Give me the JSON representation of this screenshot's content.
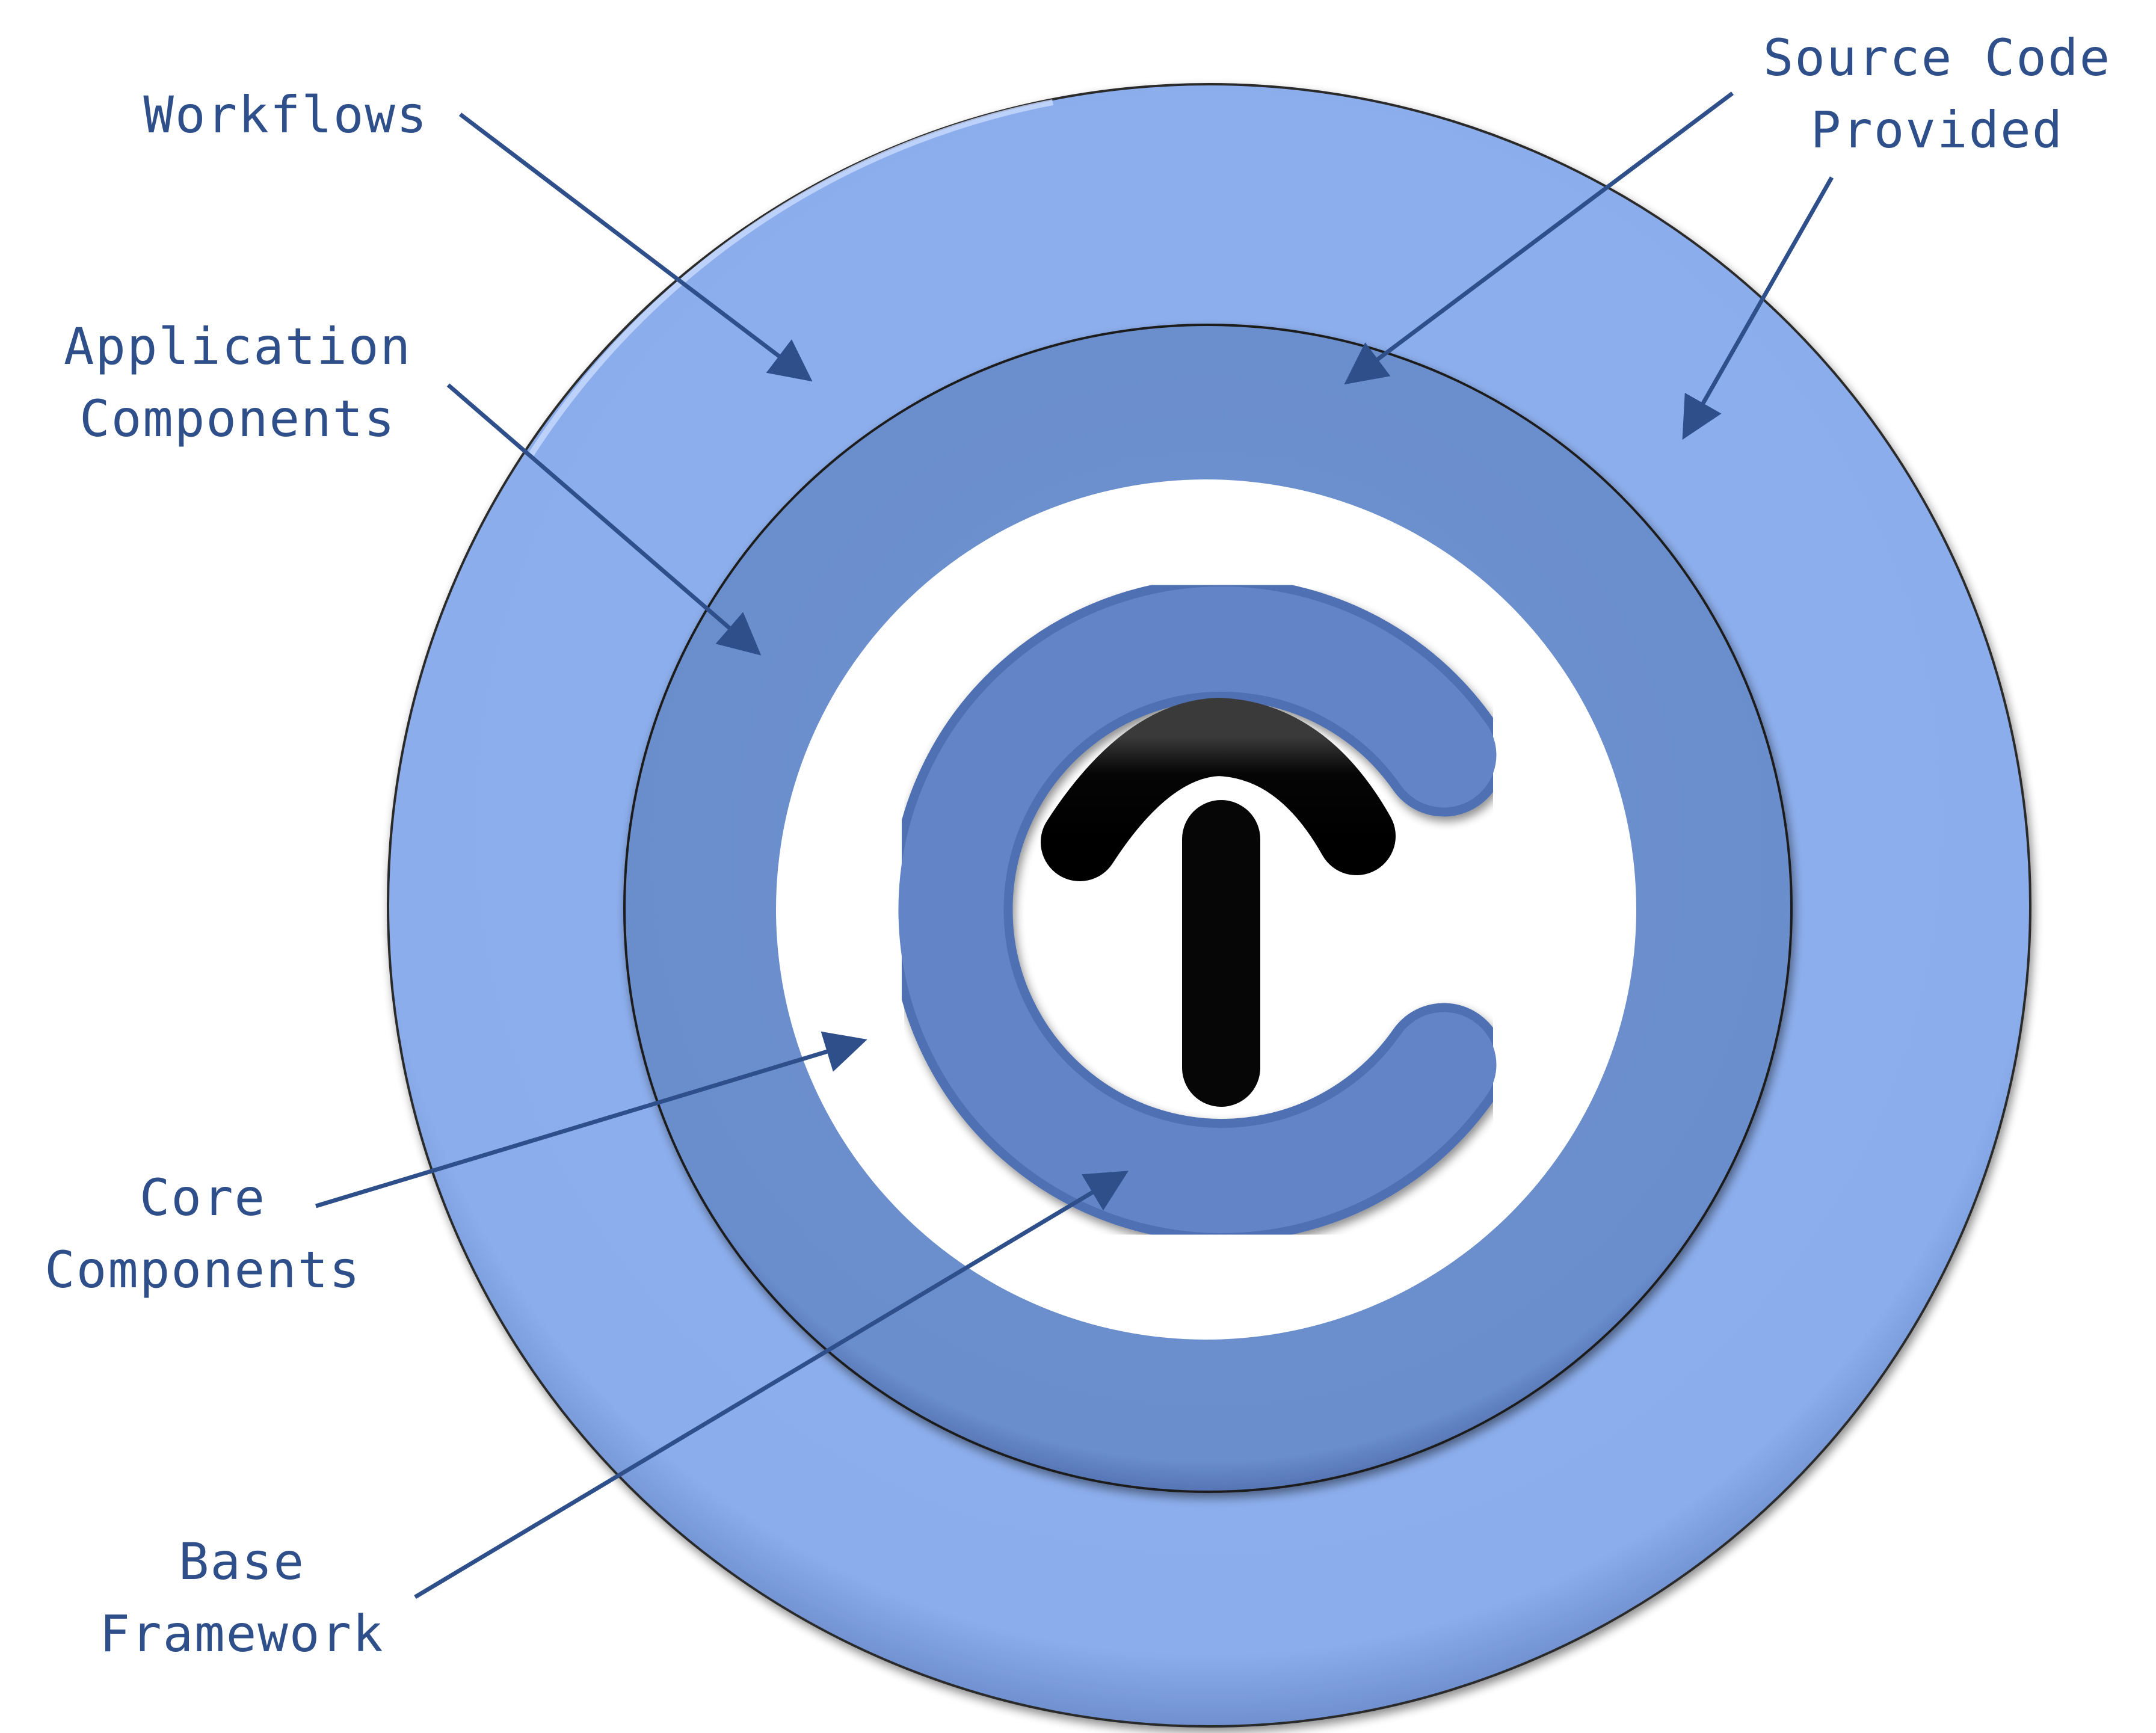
{
  "labels": {
    "workflows": "Workflows",
    "application_components_line1": "Application",
    "application_components_line2": "Components",
    "core_components_line1": "Core",
    "core_components_line2": "Components",
    "base_framework_line1": "Base",
    "base_framework_line2": "Framework",
    "source_code_line1": "Source Code",
    "source_code_line2": "Provided"
  },
  "icons": {
    "logo": "ct-logo-icon"
  },
  "colors": {
    "outer_ring": "#8badeb",
    "middle_ring": "#6b8ecc",
    "center": "#ffffff",
    "c_logo": "#6384c6",
    "t_logo": "#111111",
    "text": "#2e4f8a",
    "arrow": "#2e4f8a"
  }
}
